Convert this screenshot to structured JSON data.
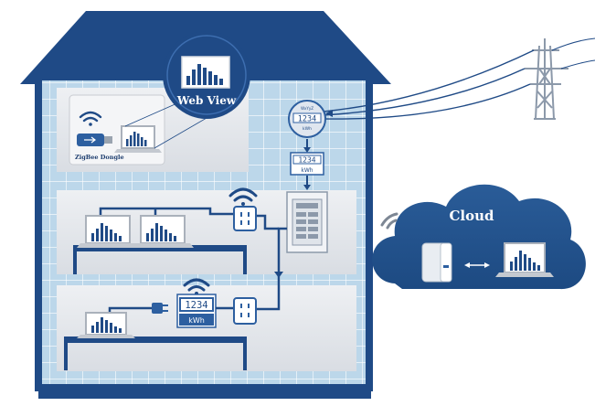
{
  "web_view": {
    "label": "Web View"
  },
  "dongle": {
    "label": "ZigBee Dongle"
  },
  "utility_meter": {
    "brand": "WxYyZ",
    "digits": "1234",
    "unit": "kWh"
  },
  "room_meter": {
    "digits": "1234",
    "unit": "kWh"
  },
  "plug_meter": {
    "digits": "1234",
    "unit": "kWh"
  },
  "cloud": {
    "label": "Cloud"
  },
  "colors": {
    "navy": "#1f4a86",
    "blue": "#2d5fa0",
    "wall": "#bcd7ea",
    "floor": "#e6e8ec",
    "tile_line": "#ffffff",
    "screen": "#ffffff"
  },
  "icons": [
    "wifi-icon",
    "usb-dongle-icon",
    "laptop-icon",
    "outlet-icon",
    "plug-icon",
    "transmission-tower-icon",
    "server-icon",
    "circuit-breaker-panel-icon",
    "bidirectional-arrow-icon"
  ]
}
